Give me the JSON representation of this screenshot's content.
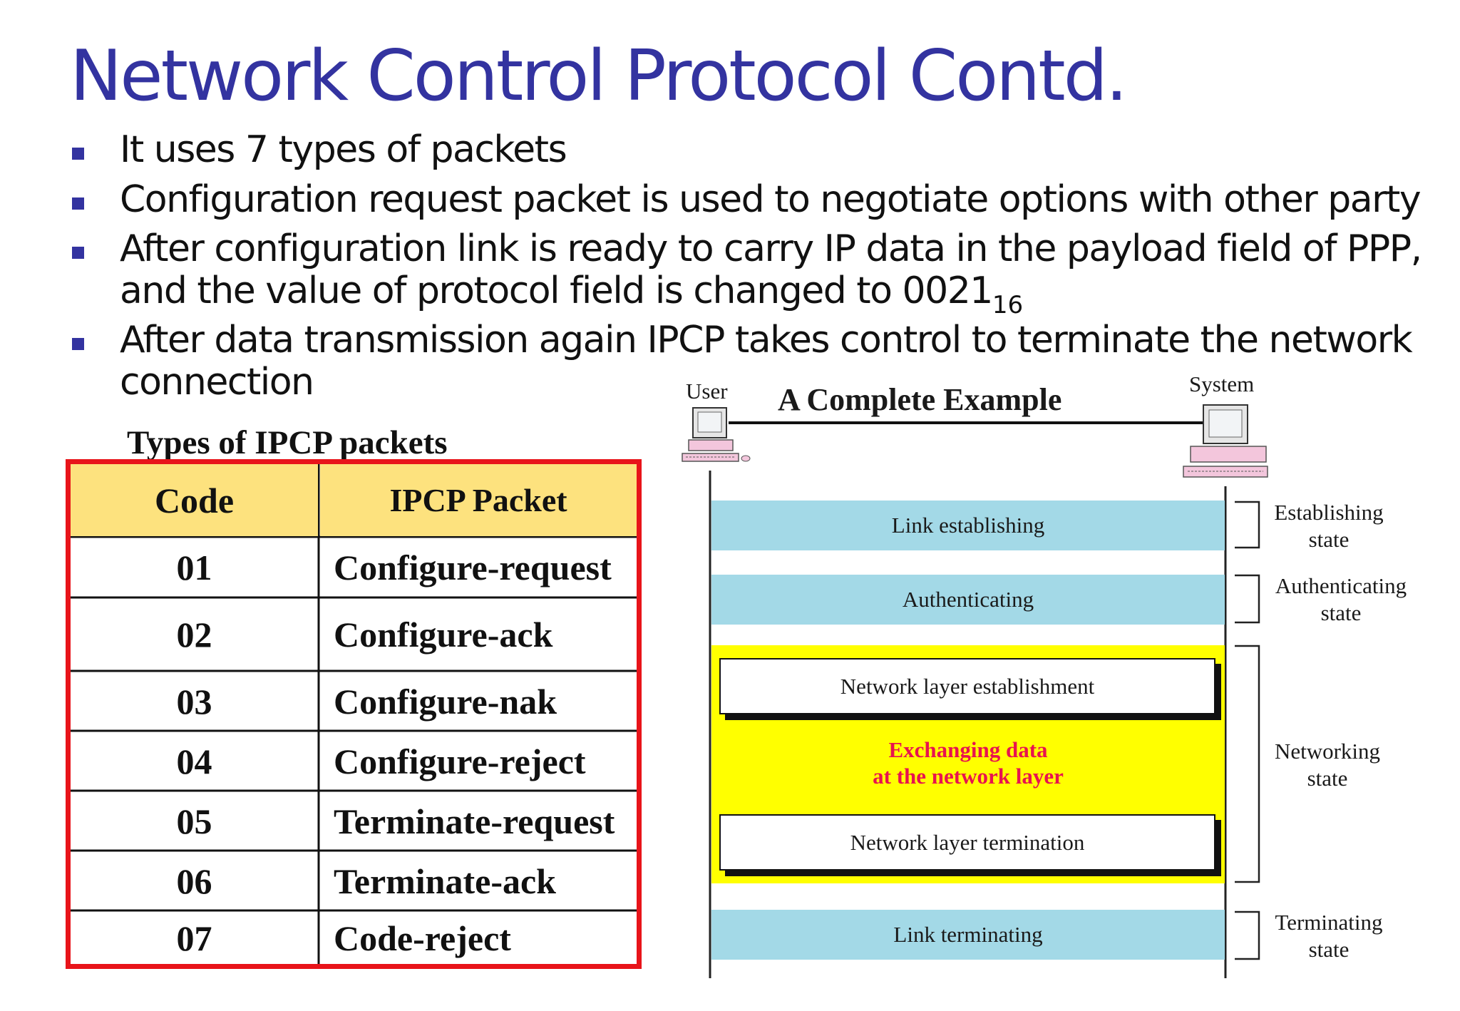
{
  "slide": {
    "title": "Network Control Protocol Contd.",
    "bullets": [
      "It uses 7 types of packets",
      "Configuration request packet is used to negotiate options with other party",
      "After configuration link is ready to carry IP data in the payload field of PPP,",
      "After data transmission again IPCP takes control to terminate the network"
    ],
    "bullet3_line2": "and the value of protocol field is changed to 0021",
    "bullet3_subscript": "16",
    "bullet4_line2": "connection"
  },
  "table": {
    "caption": "Types of IPCP packets",
    "headers": [
      "Code",
      "IPCP Packet"
    ],
    "rows": [
      {
        "code": "01",
        "packet": "Configure-request"
      },
      {
        "code": "02",
        "packet": "Configure-ack"
      },
      {
        "code": "03",
        "packet": "Configure-nak"
      },
      {
        "code": "04",
        "packet": "Configure-reject"
      },
      {
        "code": "05",
        "packet": "Terminate-request"
      },
      {
        "code": "06",
        "packet": "Terminate-ack"
      },
      {
        "code": "07",
        "packet": "Code-reject"
      }
    ],
    "border_color": "#e8141a",
    "header_color": "#fde27e"
  },
  "diagram": {
    "title": "A Complete Example",
    "user_label": "User",
    "system_label": "System",
    "phases": {
      "link_establishing": "Link establishing",
      "authenticating": "Authenticating",
      "network_establishment": "Network layer establishment",
      "exchanging_line1": "Exchanging data",
      "exchanging_line2": "at the network layer",
      "network_termination": "Network layer termination",
      "link_terminating": "Link terminating"
    },
    "states": {
      "establishing_1": "Establishing",
      "establishing_2": "state",
      "authenticating_1": "Authenticating",
      "authenticating_2": "state",
      "networking_1": "Networking",
      "networking_2": "state",
      "terminating_1": "Terminating",
      "terminating_2": "state"
    },
    "colors": {
      "band": "#a3d9e7",
      "network_block": "#ffff00",
      "exchange_text": "#e8134f"
    }
  }
}
